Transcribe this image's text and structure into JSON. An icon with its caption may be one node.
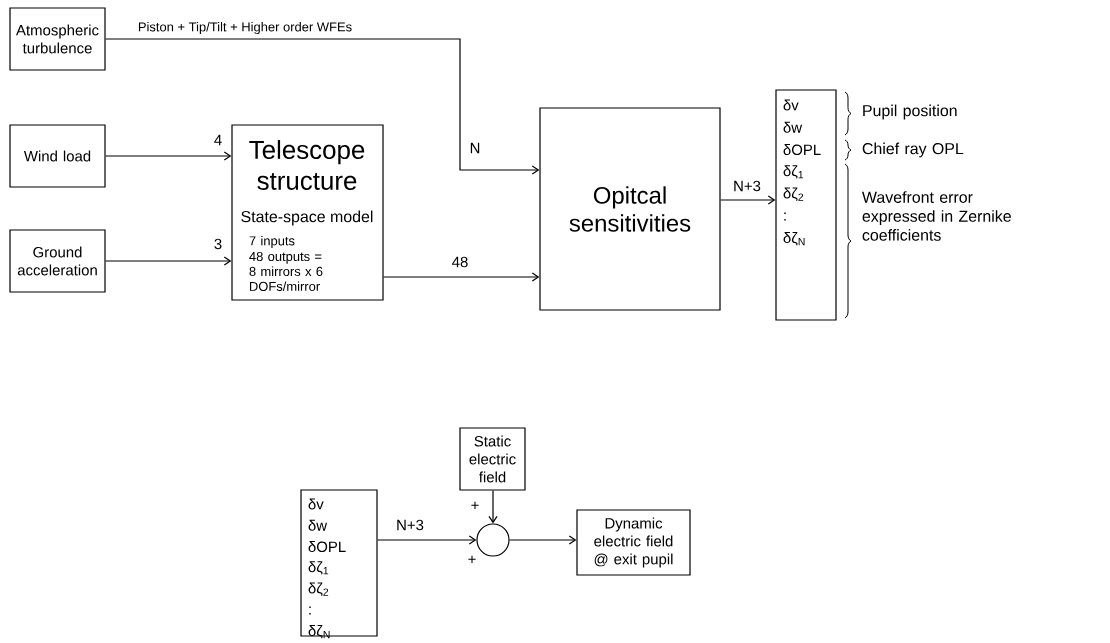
{
  "diagram": {
    "nodes": [
      {
        "text": [
          "Atmospheric turbulence"
        ]
      },
      {
        "text": [
          "Wind load"
        ]
      },
      {
        "text": [
          "Ground acceleration"
        ]
      },
      {
        "text": [
          "Telescope structure",
          "State-space model",
          "7 inputs",
          "48 outputs = 8 mirrors x 6 DOFs/mirror"
        ]
      },
      {
        "text": [
          "Opitcal sensitivities"
        ]
      },
      {
        "text": [
          "δv",
          "δw",
          "δOPL",
          "δζ$_{1}$",
          "δζ$_{2}$",
          ":",
          "δζ$_{N}$"
        ]
      },
      {
        "text": [
          "δv",
          "δw",
          "δOPL",
          "δζ$_{1}$",
          "δζ$_{2}$",
          ":",
          "δζ$_{N}$"
        ]
      },
      {
        "text": [
          "Static electric field"
        ]
      },
      {
        "text": [],
        "shape": "circle"
      },
      {
        "text": [
          "Dynamic electric field @ exit pupil"
        ]
      }
    ],
    "edges": [
      {
        "from": 0,
        "to": 4,
        "arrow": "to",
        "label": "Piston + Tip/Tilt + Higher order WFEs"
      },
      {
        "from": 1,
        "to": 3,
        "arrow": "to",
        "label": "4"
      },
      {
        "from": 2,
        "to": 3,
        "arrow": "to",
        "label": "3"
      },
      {
        "from": 3,
        "to": 4,
        "arrow": "to",
        "label": "48"
      },
      {
        "from": 4,
        "to": 5,
        "arrow": "to",
        "label": "N+3"
      },
      {
        "from": 6,
        "to": 8,
        "arrow": "to",
        "label": "N+3"
      },
      {
        "from": 7,
        "to": 8,
        "arrow": "to"
      },
      {
        "from": 8,
        "to": 9,
        "arrow": "to"
      }
    ],
    "labels": [
      "N",
      "Pupil position",
      "Chief ray OPL",
      "Wavefront error expressed in Zernike coefficients",
      "+",
      "+"
    ]
  }
}
